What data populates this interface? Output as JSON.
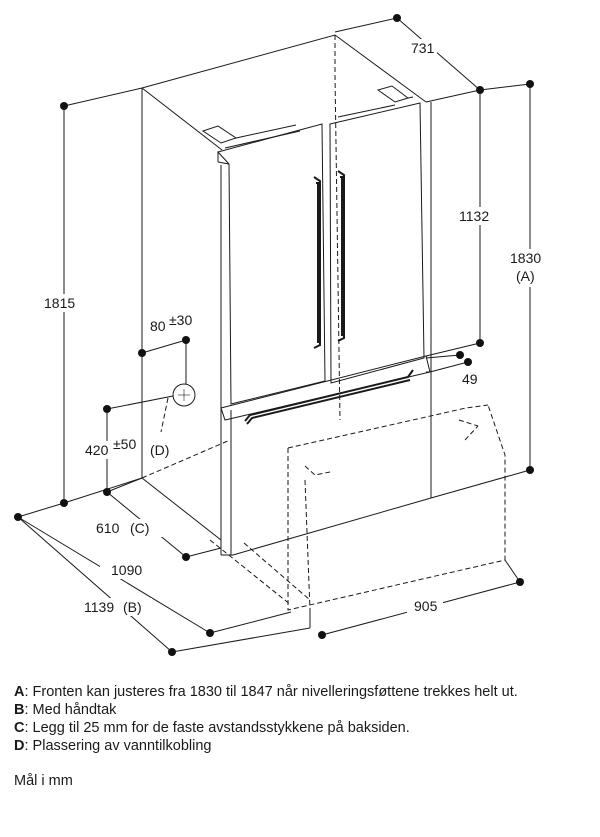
{
  "dimensions": {
    "depth": "731",
    "upper_height": "1132",
    "total_height": "1830",
    "total_height_ref": "(A)",
    "side_height": "1815",
    "water_offset_top": "80",
    "water_offset_top_tol": "±30",
    "water_height": "420",
    "water_height_tol": "±50",
    "water_ref": "(D)",
    "drawer_gap": "49",
    "side_depth": "610",
    "side_depth_ref": "(C)",
    "open_depth": "1090",
    "handle_depth": "1139",
    "handle_depth_ref": "(B)",
    "width": "905"
  },
  "notes": [
    {
      "key": "A",
      "text": "Fronten kan justeres fra 1830 til 1847 når nivelleringsføttene trekkes helt ut."
    },
    {
      "key": "B",
      "text": "Med håndtak"
    },
    {
      "key": "C",
      "text": "Legg til 25 mm for de faste avstandsstykkene på baksiden."
    },
    {
      "key": "D",
      "text": "Plassering av vanntilkobling"
    }
  ],
  "units": "Mål i mm"
}
